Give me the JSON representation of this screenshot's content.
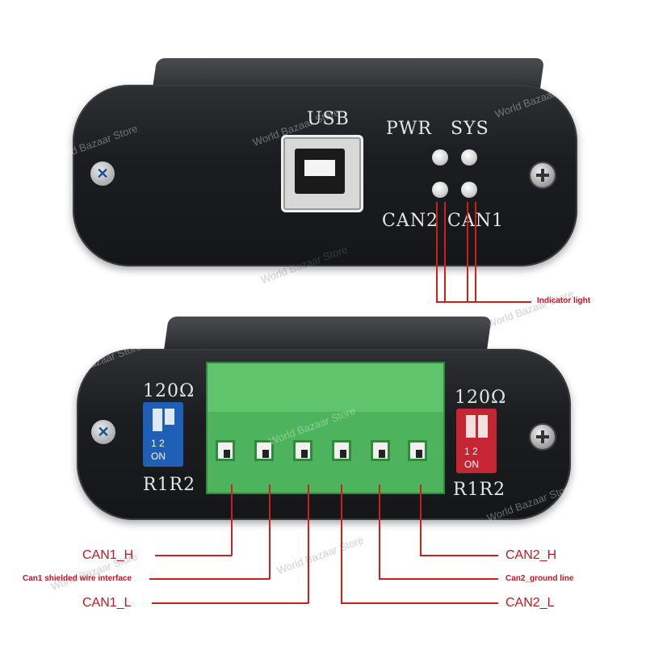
{
  "top_device": {
    "usb_label": "USB",
    "pwr_label": "PWR",
    "sys_label": "SYS",
    "can2_label": "CAN2",
    "can1_label": "CAN1"
  },
  "bottom_device": {
    "left_resistor": {
      "value_label": "120Ω",
      "switch_numbers": "1 2",
      "switch_on": "ON",
      "switch_names": "R1R2",
      "color": "#1f5fb8"
    },
    "right_resistor": {
      "value_label": "120Ω",
      "switch_numbers": "1 2",
      "switch_on": "ON",
      "switch_names": "R1R2",
      "color": "#c62633"
    },
    "terminal_color": "#4db35c"
  },
  "callouts": {
    "indicator_light": "Indicator light",
    "can1_h": "CAN1_H",
    "can1_shield": "Can1 shielded wire interface",
    "can1_l": "CAN1_L",
    "can2_h": "CAN2_H",
    "can2_ground": "Can2_ground line",
    "can2_l": "CAN2_L"
  },
  "watermark": "World Bazaar Store",
  "annotation_color": "#c0181f"
}
